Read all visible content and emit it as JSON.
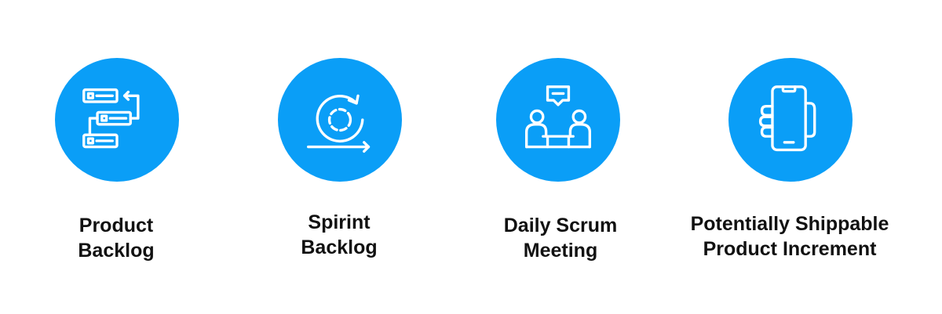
{
  "accent_color": "#0a9ef7",
  "steps": [
    {
      "icon": "backlog-list-icon",
      "line1": "Product",
      "line2": "Backlog"
    },
    {
      "icon": "sprint-cycle-icon",
      "line1": "Spirint",
      "line2": "Backlog"
    },
    {
      "icon": "meeting-icon",
      "line1": "Daily Scrum",
      "line2": "Meeting"
    },
    {
      "icon": "smartphone-hand-icon",
      "line1": "Potentially Shippable",
      "line2": "Product Increment"
    }
  ]
}
